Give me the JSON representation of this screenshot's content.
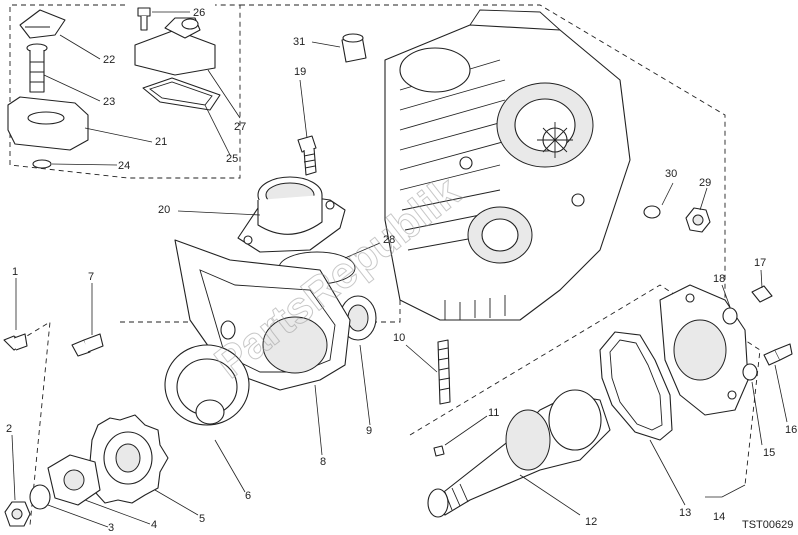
{
  "diagram": {
    "drawing_code": "TST00629",
    "watermark": "PartsRepublik",
    "callouts": [
      "1",
      "2",
      "3",
      "4",
      "5",
      "6",
      "7",
      "8",
      "9",
      "10",
      "11",
      "12",
      "13",
      "14",
      "15",
      "16",
      "17",
      "18",
      "19",
      "20",
      "21",
      "22",
      "23",
      "24",
      "25",
      "26",
      "27",
      "28",
      "29",
      "30",
      "31"
    ]
  }
}
